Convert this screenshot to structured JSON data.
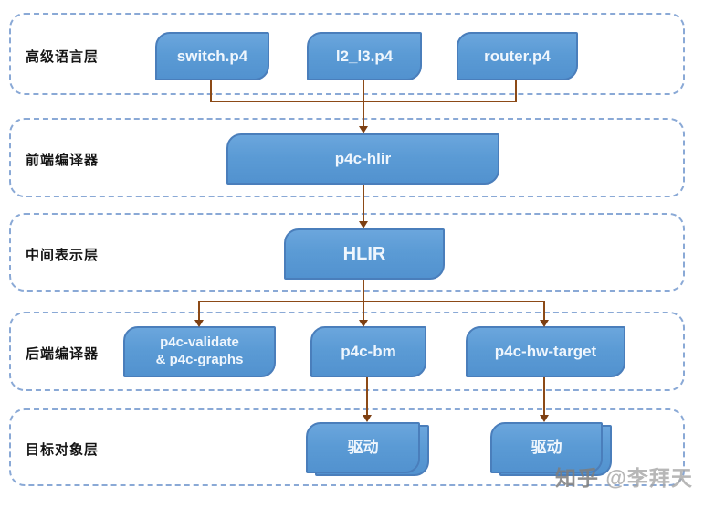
{
  "diagram": {
    "title_semantic": "P4 compiler toolchain layered architecture",
    "layers": [
      {
        "label": "高级语言层",
        "nodes": [
          {
            "label": "switch.p4"
          },
          {
            "label": "l2_l3.p4"
          },
          {
            "label": "router.p4"
          }
        ]
      },
      {
        "label": "前端编译器",
        "nodes": [
          {
            "label": "p4c-hlir"
          }
        ]
      },
      {
        "label": "中间表示层",
        "nodes": [
          {
            "label": "HLIR"
          }
        ]
      },
      {
        "label": "后端编译器",
        "nodes": [
          {
            "label": "p4c-validate\n& p4c-graphs"
          },
          {
            "label": "p4c-bm"
          },
          {
            "label": "p4c-hw-target"
          }
        ]
      },
      {
        "label": "目标对象层",
        "nodes": [
          {
            "label": "驱动"
          },
          {
            "label": "驱动"
          }
        ]
      }
    ],
    "edges": [
      "switch.p4 -> p4c-hlir",
      "l2_l3.p4 -> p4c-hlir",
      "router.p4 -> p4c-hlir",
      "p4c-hlir -> HLIR",
      "HLIR -> p4c-validate & p4c-graphs",
      "HLIR -> p4c-bm",
      "HLIR -> p4c-hw-target",
      "p4c-bm -> 驱动",
      "p4c-hw-target -> 驱动"
    ],
    "colors": {
      "node_fill": "#5b9bd5",
      "node_border": "#4a7ebb",
      "container_dash": "#8aa9d6",
      "connector": "#8c4a17",
      "node_text": "#eff6fd",
      "label_text": "#141414"
    }
  },
  "watermark": {
    "brand": "知乎",
    "user": "@李拜天"
  }
}
